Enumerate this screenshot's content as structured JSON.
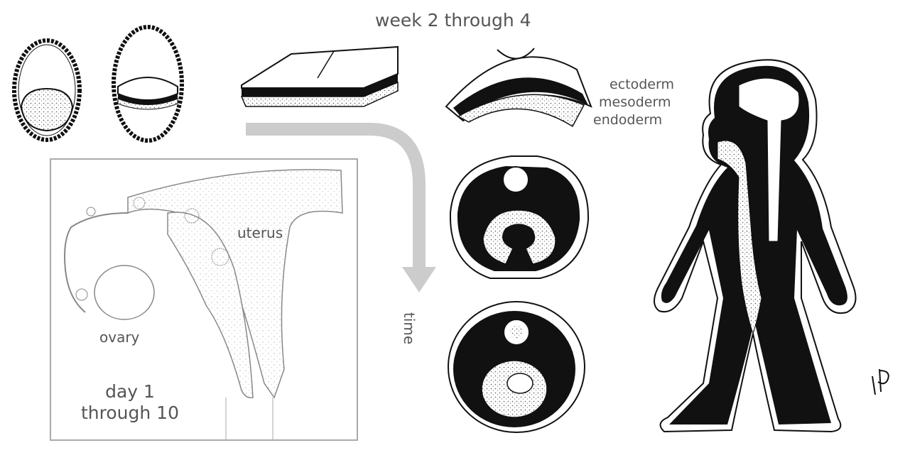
{
  "title": "week 2 through 4",
  "germ_layers": {
    "ectoderm": "ectoderm",
    "mesoderm": "mesoderm",
    "endoderm": "endoderm"
  },
  "inset": {
    "uterus_label": "uterus",
    "ovary_label": "ovary",
    "day_line1": "day 1",
    "day_line2": "through 10"
  },
  "time_label": "time",
  "colors": {
    "label_text": "#555555",
    "arrow": "#cccccc",
    "ink": "#111111",
    "stipple": "#999999",
    "frame": "#aaaaaa"
  }
}
